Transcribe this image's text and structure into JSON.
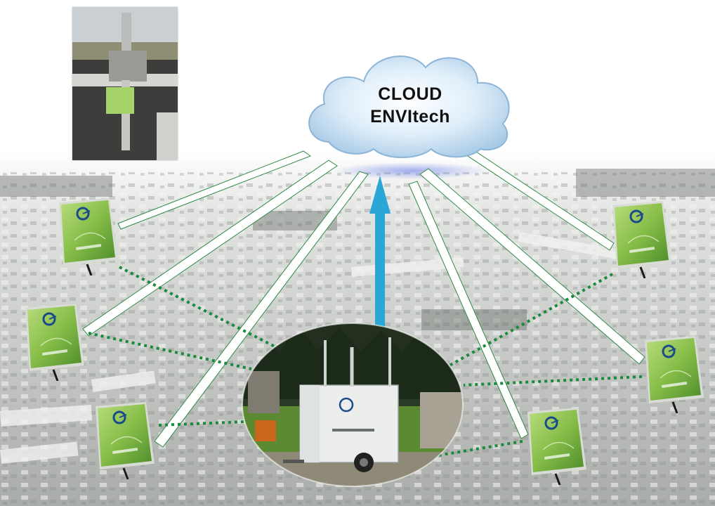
{
  "cloud": {
    "line1": "CLOUD",
    "line2": "ENVItech"
  },
  "icons": {
    "cloud": "cloud-icon",
    "sensor": "sensor-node-icon",
    "station": "monitoring-station-photo",
    "tower": "rooftop-sensor-photo"
  },
  "colors": {
    "cloud_blue": "#bcd8ef",
    "uplink_arrow": "#2aa7d6",
    "wireless_link": "#1a8a3c",
    "sensor_green": "#8cc04a"
  }
}
